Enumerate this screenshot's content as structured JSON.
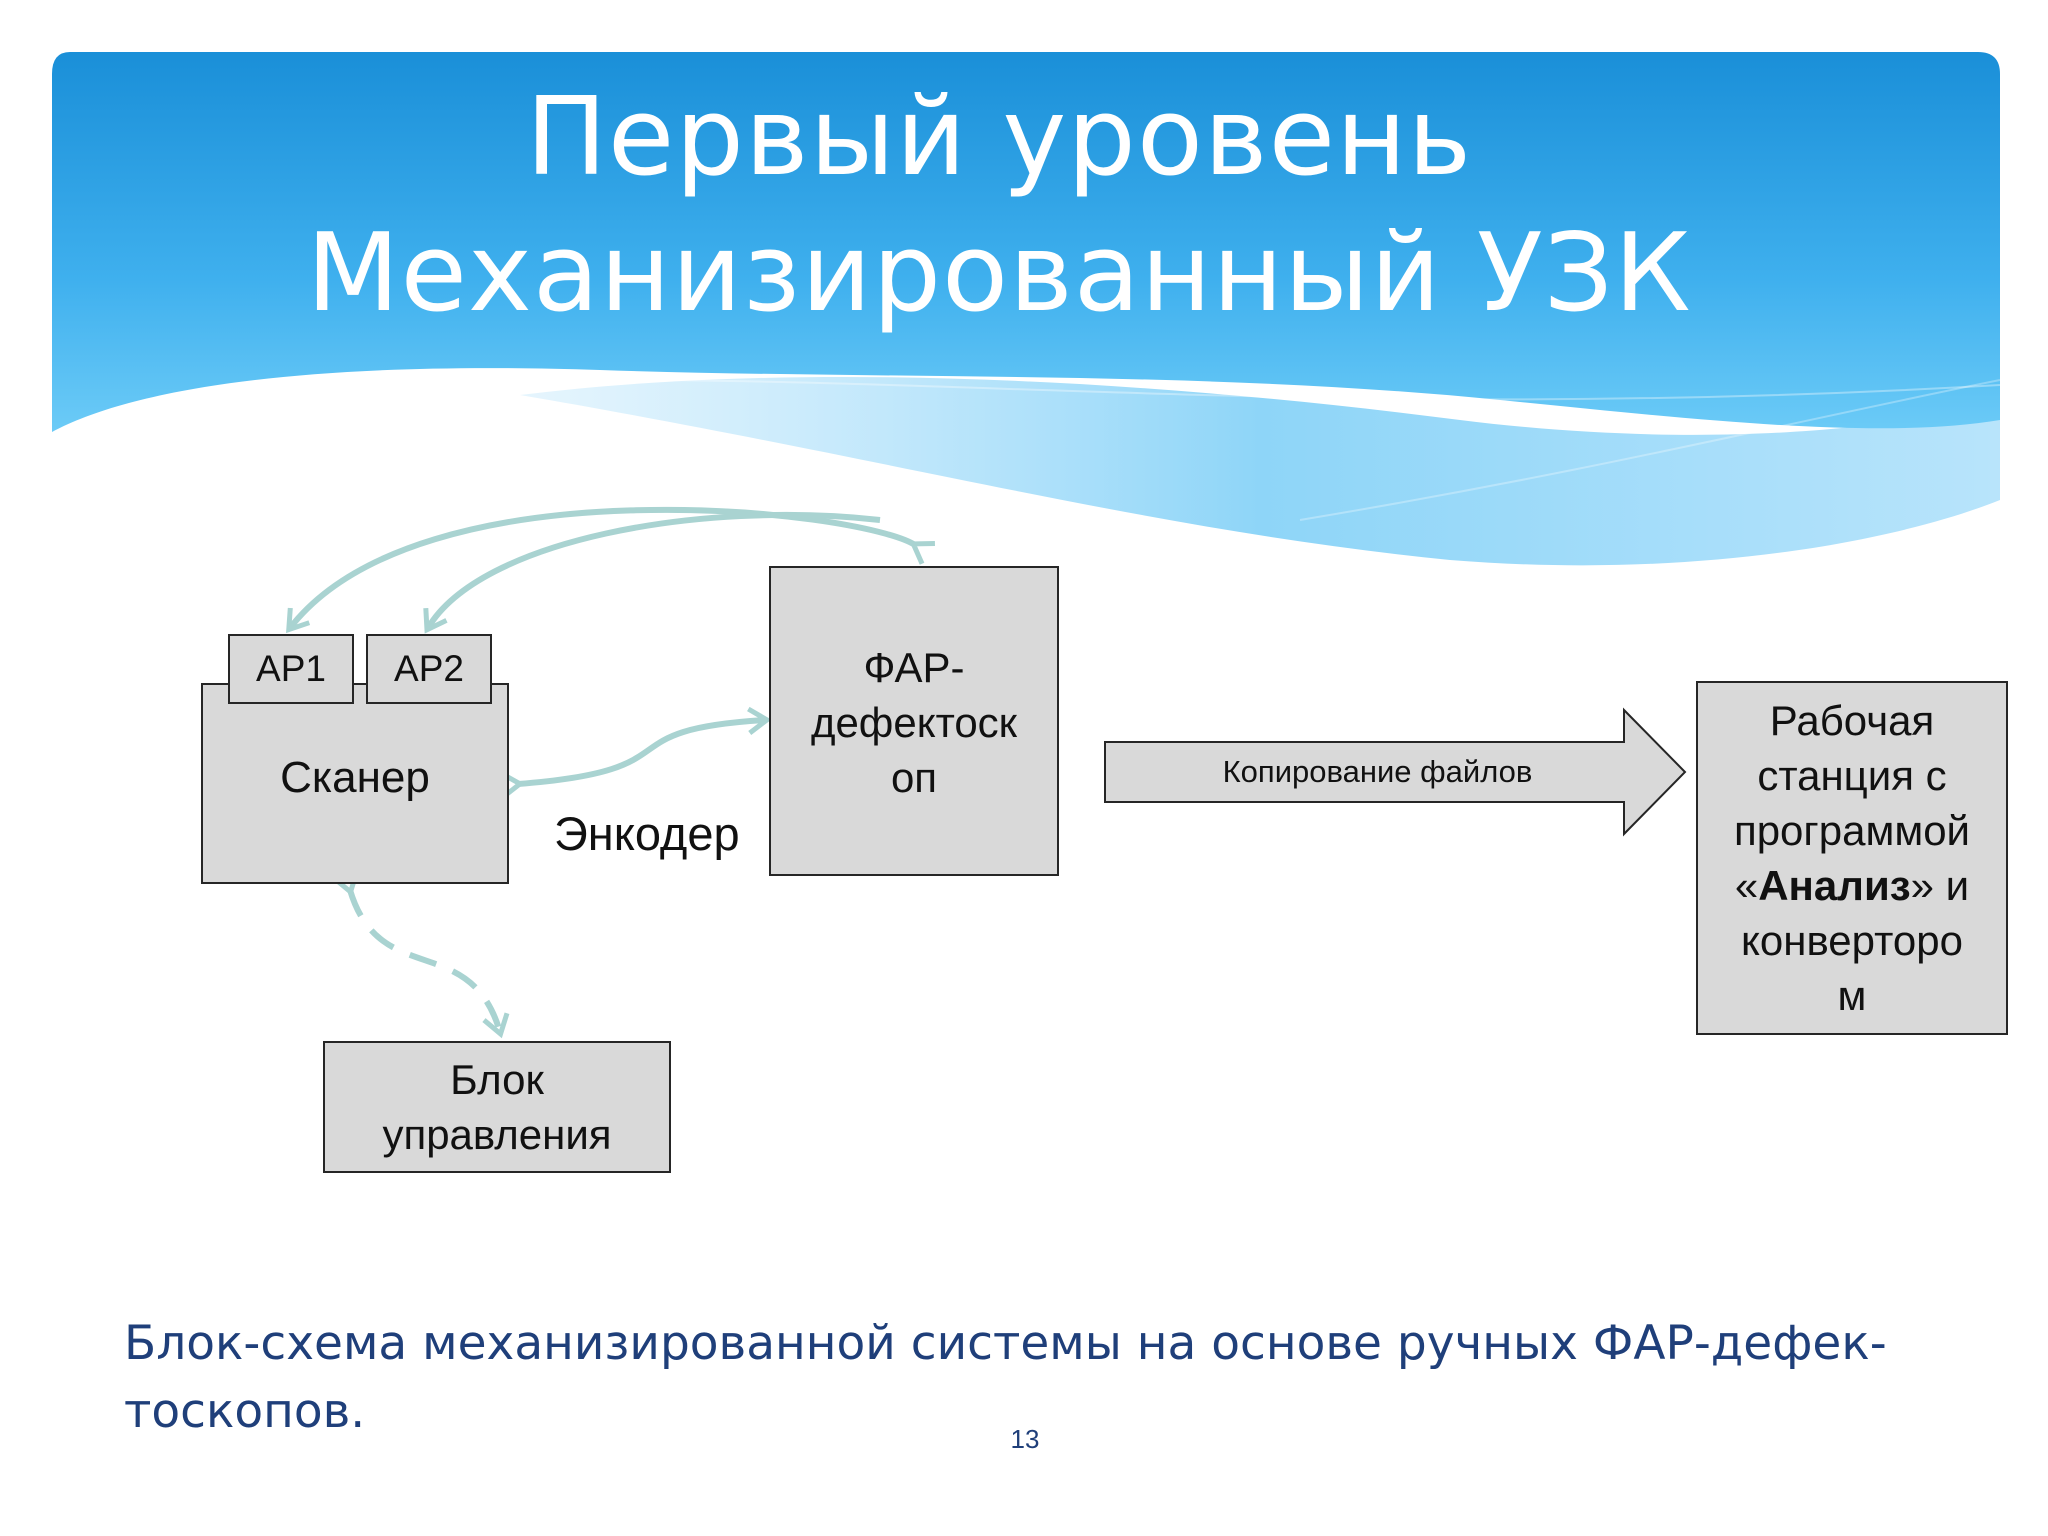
{
  "title": {
    "line1": "Первый уровень",
    "line2": "Механизированный УЗК"
  },
  "diagram": {
    "ap1": "АР1",
    "ap2": "АР2",
    "scanner": "Сканер",
    "encoder": "Энкодер",
    "flaw_detector": [
      "ФАР-",
      "дефектоск",
      "оп"
    ],
    "copy_files": "Копирование файлов",
    "workstation": {
      "line1": "Рабочая",
      "line2": "станция с",
      "line3": "программой",
      "line4_open": "«",
      "line4_bold": "Анализ",
      "line4_close": "» и",
      "line5": "конверторо",
      "line6": "м"
    },
    "control_unit": [
      "Блок",
      "управления"
    ]
  },
  "caption": {
    "line1": "Блок-схема механизированной системы на основе ручных ФАР-дефек-",
    "line2": "тоскопов."
  },
  "page_number": "13",
  "colors": {
    "banner_top": "#1a8fd8",
    "banner_bottom": "#5ec4f5",
    "arrow_teal": "#a9d3d1",
    "box_fill": "#d9d9d9",
    "caption_text": "#1f3f7a"
  }
}
